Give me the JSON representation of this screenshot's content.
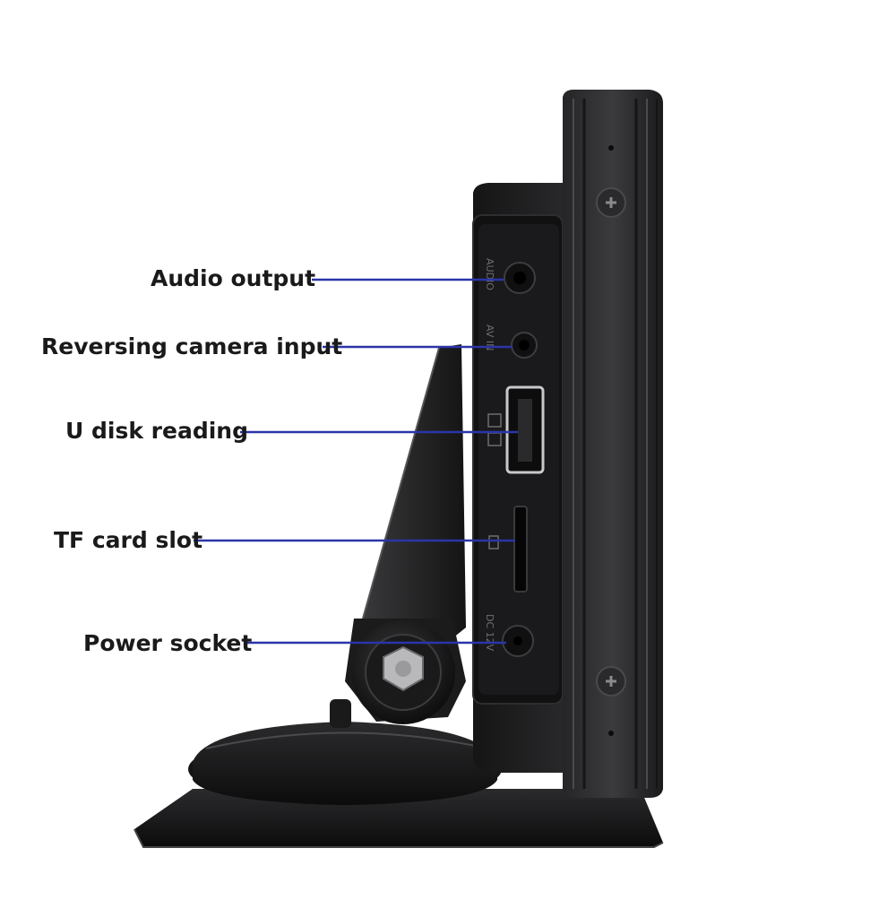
{
  "callouts": [
    {
      "id": "audio-output",
      "label": "Audio output"
    },
    {
      "id": "reversing-camera-input",
      "label": "Reversing camera input"
    },
    {
      "id": "u-disk-reading",
      "label": "U disk reading"
    },
    {
      "id": "tf-card-slot",
      "label": "TF card slot"
    },
    {
      "id": "power-socket",
      "label": "Power socket"
    }
  ],
  "device_markings": {
    "audio": "AUDIO",
    "av_in": "AV IN",
    "dc": "DC 12V"
  },
  "colors": {
    "leader_line": "#2a35a8",
    "device_body": "#1c1c1e",
    "device_edge": "#3a3a3d",
    "label_text": "#1a1a1a"
  }
}
